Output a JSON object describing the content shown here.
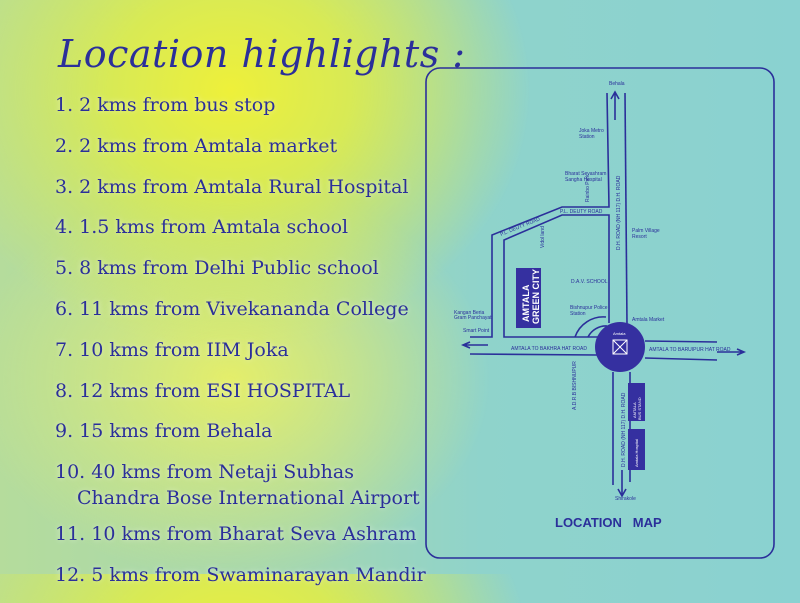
{
  "title": "Location highlights :",
  "highlights": [
    {
      "text": "1. 2 kms from bus stop"
    },
    {
      "text": "2. 2 kms from Amtala market"
    },
    {
      "text": "3. 2 kms from Amtala Rural Hospital"
    },
    {
      "text": "4. 1.5 kms from Amtala school"
    },
    {
      "text": "5. 8 kms from Delhi Public school"
    },
    {
      "text": "6. 11 kms from Vivekananda College"
    },
    {
      "text": "7.  10 kms from IIM Joka"
    },
    {
      "text": "8.  12 kms from ESI HOSPITAL"
    },
    {
      "text": "9. 15 kms from Behala"
    },
    {
      "text": "10. 40 kms from Netaji Subhas",
      "cont": "Chandra Bose International Airport"
    },
    {
      "text": "11.  10 kms from Bharat Seva Ashram"
    },
    {
      "text": "12. 5 kms from Swaminarayan Mandir"
    }
  ],
  "map": {
    "caption": "LOCATION   MAP",
    "labels": {
      "behala": "Behala",
      "joka": "Joka Metro",
      "joka2": "Station",
      "bharat": "Bharat Sevashram",
      "bharat2": "Sangha Hospital",
      "rainbo": "Rainbo Park",
      "deputy1": "P.L. DEUTY ROAD",
      "deputy2": "P.L. DEUTY ROAD",
      "vidol": "Vidol land",
      "dh": "D.H. ROAD (NH 117) D.H. ROAD",
      "palm": "Palm Village",
      "palm2": "Resort",
      "green": "AMTALA",
      "green2": "GREEN CITY",
      "dav": "D.A.V. SCHOOL",
      "bishnupur": "Bishnupur Police",
      "bishnupur2": "Station",
      "kangan": "Kangan Beria",
      "kangan2": "Gram Panchayat",
      "smart": "Smart Point",
      "market": "Amtala Market",
      "amtala": "Amtala",
      "bakhra": "AMTALA TO BAKHRA HAT ROAD",
      "baruipur": "AMTALA TO BARUIPUR HAT ROAD",
      "adrb": "A.D.R.B BISHNUPUR",
      "dh2": "D.H. ROAD (NH 117) D.H. ROAD",
      "busstand": "AMTALA",
      "busstand2": "BUS STAND",
      "hospital": "Amtala Hospital",
      "shirakole": "Shirakole"
    }
  }
}
